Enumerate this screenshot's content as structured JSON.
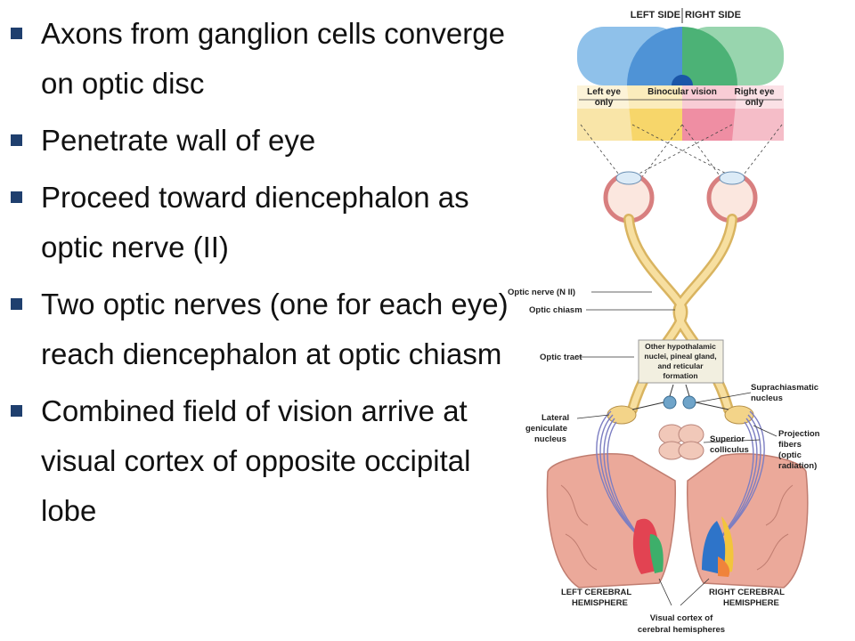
{
  "bullets": [
    "Axons from ganglion cells converge on optic disc",
    "Penetrate wall of eye",
    "Proceed toward diencephalon as optic nerve (II)",
    "Two optic nerves (one for each eye) reach diencephalon at optic chiasm",
    "Combined field of vision arrive at visual cortex of opposite occipital lobe"
  ],
  "figure": {
    "left_side": "LEFT SIDE",
    "right_side": "RIGHT SIDE",
    "left_eye_only_1": "Left eye",
    "left_eye_only_2": "only",
    "binocular": "Binocular vision",
    "right_eye_only_1": "Right eye",
    "right_eye_only_2": "only",
    "optic_nerve": "Optic nerve (N II)",
    "optic_chiasm": "Optic chiasm",
    "optic_tract": "Optic tract",
    "hypothalamic_1": "Other hypothalamic",
    "hypothalamic_2": "nuclei, pineal gland,",
    "hypothalamic_3": "and reticular",
    "hypothalamic_4": "formation",
    "suprachiasmatic_1": "Suprachiasmatic",
    "suprachiasmatic_2": "nucleus",
    "lateral_1": "Lateral",
    "lateral_2": "geniculate",
    "lateral_3": "nucleus",
    "superior_1": "Superior",
    "superior_2": "colliculus",
    "projection_1": "Projection",
    "projection_2": "fibers",
    "projection_3": "(optic",
    "projection_4": "radiation)",
    "left_hemi_1": "LEFT CEREBRAL",
    "left_hemi_2": "HEMISPHERE",
    "right_hemi_1": "RIGHT CEREBRAL",
    "right_hemi_2": "HEMISPHERE",
    "visual_cortex_1": "Visual cortex of",
    "visual_cortex_2": "cerebral hemispheres"
  },
  "colors": {
    "bullet_marker": "#1f3f6e",
    "left_blue": "#7fb5e4",
    "right_green": "#8fd0a6",
    "yellow": "#f7d774",
    "pink": "#ef8fa4",
    "nerve": "#f3d489"
  }
}
